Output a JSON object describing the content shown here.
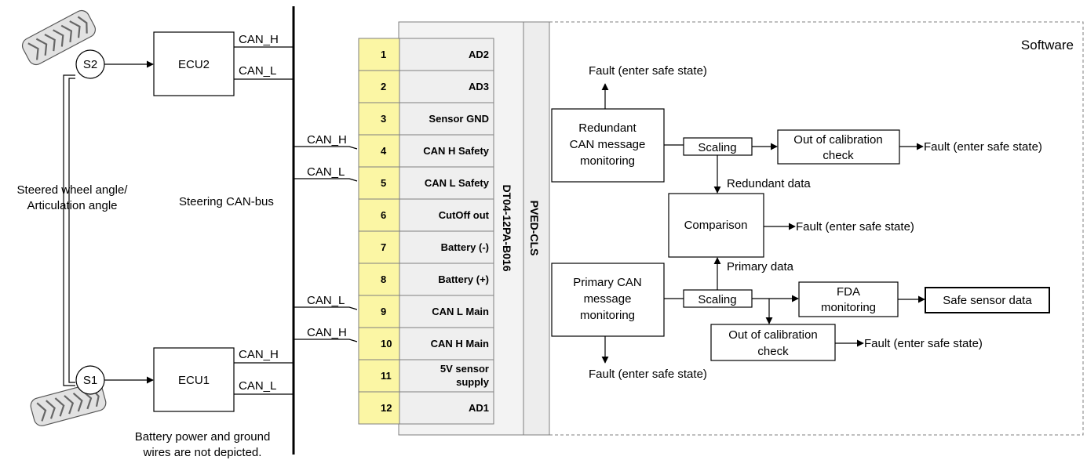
{
  "software": {
    "label": "Software"
  },
  "sensors": {
    "s2": "S2",
    "s1": "S1"
  },
  "ecus": {
    "ecu2": "ECU2",
    "ecu1": "ECU1"
  },
  "bus_labels": {
    "ecu2_can_h": "CAN_H",
    "ecu2_can_l": "CAN_L",
    "ecu1_can_h": "CAN_H",
    "ecu1_can_l": "CAN_L",
    "pin4_can_h": "CAN_H",
    "pin5_can_l": "CAN_L",
    "pin9_can_l": "CAN_L",
    "pin10_can_h": "CAN_H"
  },
  "left_labels": {
    "angle_line1": "Steered wheel angle/",
    "angle_line2": "Articulation angle",
    "steering_bus": "Steering CAN-bus",
    "battery_note_line1": "Battery power and ground",
    "battery_note_line2": "wires are not depicted."
  },
  "connector": {
    "name": "DT04-12PA-B016",
    "pins": [
      {
        "num": "1",
        "label": "AD2"
      },
      {
        "num": "2",
        "label": "AD3"
      },
      {
        "num": "3",
        "label": "Sensor GND"
      },
      {
        "num": "4",
        "label": "CAN H Safety"
      },
      {
        "num": "5",
        "label": "CAN L Safety"
      },
      {
        "num": "6",
        "label": "CutOff out"
      },
      {
        "num": "7",
        "label": "Battery (-)"
      },
      {
        "num": "8",
        "label": "Battery (+)"
      },
      {
        "num": "9",
        "label": "CAN L Main"
      },
      {
        "num": "10",
        "label": "CAN H Main"
      },
      {
        "num": "11",
        "label_line1": "5V sensor",
        "label_line2": "supply"
      },
      {
        "num": "12",
        "label": "AD1"
      }
    ]
  },
  "device": {
    "name": "PVED-CLS"
  },
  "blocks": {
    "redundant_monitor": [
      "Redundant",
      "CAN message",
      "monitoring"
    ],
    "primary_monitor": [
      "Primary CAN",
      "message",
      "monitoring"
    ],
    "scaling_top": "Scaling",
    "scaling_bottom": "Scaling",
    "calib_top": [
      "Out of calibration",
      "check"
    ],
    "calib_bottom": [
      "Out of calibration",
      "check"
    ],
    "comparison": "Comparison",
    "fda": [
      "FDA",
      "monitoring"
    ],
    "safe_sensor": "Safe sensor data"
  },
  "flow_labels": {
    "fault_top": "Fault (enter safe state)",
    "fault_calib_top": "Fault (enter safe state)",
    "redundant_data": "Redundant data",
    "fault_comparison": "Fault (enter safe state)",
    "primary_data": "Primary data",
    "fault_calib_bottom": "Fault (enter safe state)",
    "fault_bottom": "Fault (enter safe state)"
  },
  "colors": {
    "pin_number_fill": "#FBF6A4",
    "pin_label_fill": "#EFEFEF",
    "connector_fill": "#F3F3F3",
    "device_fill": "#EDEDED",
    "line": "#000000",
    "software_border": "#7F7F7F"
  }
}
